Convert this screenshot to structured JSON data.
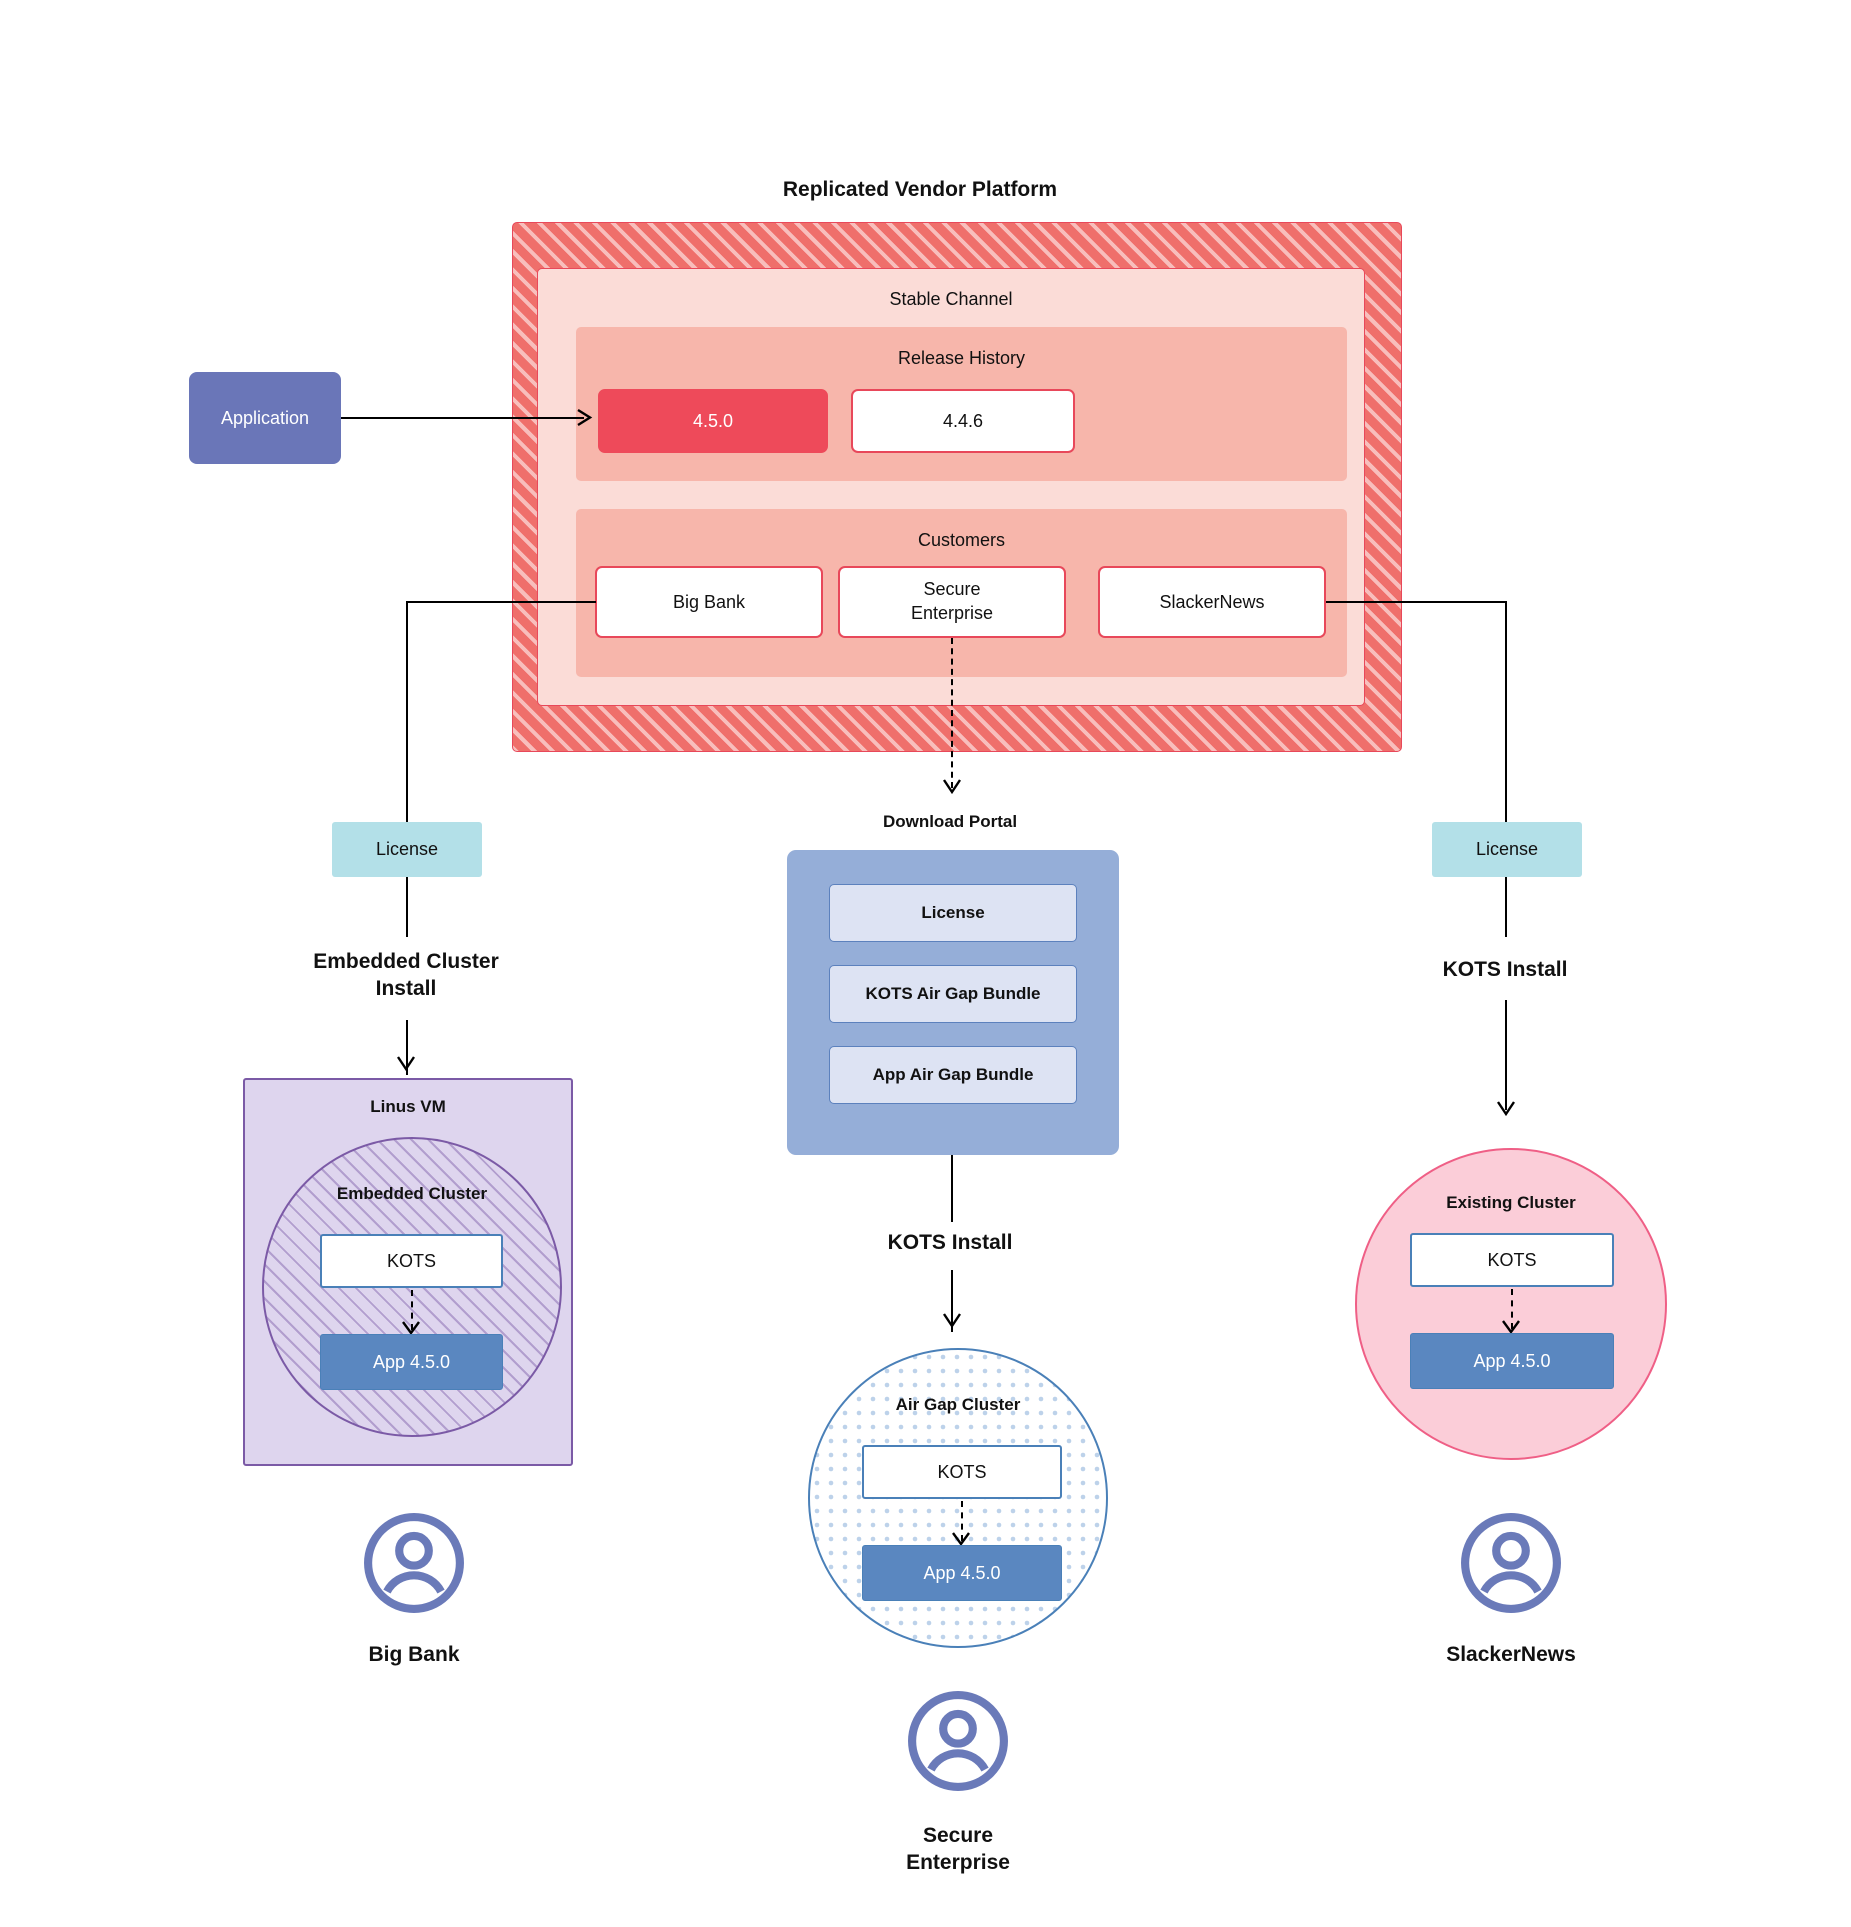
{
  "diagram": {
    "platform_title": "Replicated Vendor Platform",
    "channel_title": "Stable Channel",
    "release_history_title": "Release History",
    "customers_title": "Customers",
    "releases": [
      {
        "version": "4.5.0",
        "state": "current"
      },
      {
        "version": "4.4.6",
        "state": "previous"
      }
    ],
    "customers": [
      "Big Bank",
      "Secure\nEnterprise",
      "SlackerNews"
    ],
    "application_box": "Application"
  },
  "left_branch": {
    "license_label": "License",
    "install_label": "Embedded Cluster\nInstall",
    "vm_label": "Linus VM",
    "cluster_label": "Embedded Cluster",
    "kots_label": "KOTS",
    "app_label": "App 4.5.0",
    "customer_label": "Big Bank"
  },
  "center_branch": {
    "portal_title": "Download  Portal",
    "portal_items": [
      "License",
      "KOTS Air Gap Bundle",
      "App Air Gap Bundle"
    ],
    "install_label": "KOTS Install",
    "cluster_label": "Air Gap Cluster",
    "kots_label": "KOTS",
    "app_label": "App 4.5.0",
    "customer_label": "Secure\nEnterprise"
  },
  "right_branch": {
    "license_label": "License",
    "install_label": "KOTS Install",
    "cluster_label": "Existing Cluster",
    "kots_label": "KOTS",
    "app_label": "App 4.5.0",
    "customer_label": "SlackerNews"
  },
  "colors": {
    "platform_hatch": "#ef6f6b",
    "platform_border": "#e8485a",
    "channel_panel": "#fbdcd7",
    "inner_panel": "#f7b6ab",
    "release_current": "#ee4a5a",
    "application": "#6a76b8",
    "license": "#b3e0e8",
    "portal": "#95aed8",
    "portal_item": "#dde3f3",
    "kots_border": "#4a80b8",
    "app_fill": "#5a87c0",
    "vm_fill": "#ded5ee",
    "vm_border": "#7b5aa6",
    "existing_cluster": "#fbcdd8",
    "existing_cluster_border": "#ef5f86",
    "avatar": "#6a7ab9"
  },
  "icons": {
    "avatar": "user-avatar-icon"
  }
}
